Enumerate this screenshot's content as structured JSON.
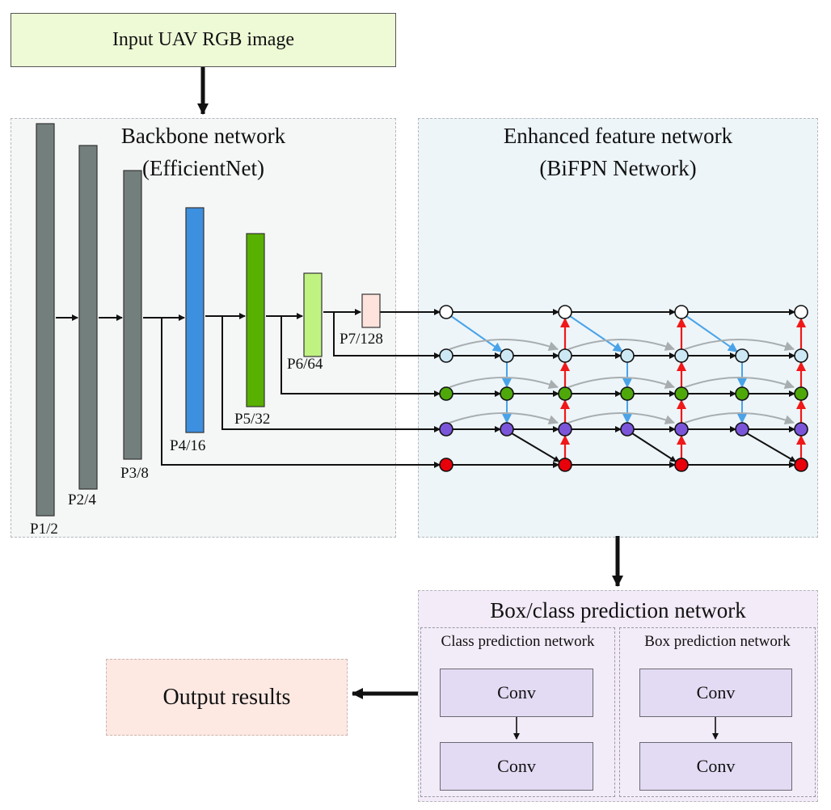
{
  "input": {
    "label": "Input UAV RGB image"
  },
  "backbone": {
    "title_line1": "Backbone network",
    "title_line2": "(EfficientNet)",
    "levels": [
      {
        "id": "P1",
        "label": "P1/2",
        "color": "#737f7d"
      },
      {
        "id": "P2",
        "label": "P2/4",
        "color": "#737f7d"
      },
      {
        "id": "P3",
        "label": "P3/8",
        "color": "#737f7d"
      },
      {
        "id": "P4",
        "label": "P4/16",
        "color": "#3d8fe0"
      },
      {
        "id": "P5",
        "label": "P5/32",
        "color": "#58b000"
      },
      {
        "id": "P6",
        "label": "P6/64",
        "color": "#c0f282"
      },
      {
        "id": "P7",
        "label": "P7/128",
        "color": "#fde3dc"
      }
    ]
  },
  "bifpn": {
    "title_line1": "Enhanced feature network",
    "title_line2": "(BiFPN Network)",
    "node_colors": [
      "#ffffff",
      "#cde8f5",
      "#4ea80a",
      "#7b55d9",
      "#e8000a"
    ],
    "edge_colors": {
      "forward": "#111111",
      "top_down": "#4aa3e8",
      "bottom_up": "#f01818",
      "skip": "#a8aeb0"
    }
  },
  "prediction": {
    "title": "Box/class prediction network",
    "class_net": {
      "title": "Class prediction network",
      "layers": [
        "Conv",
        "Conv"
      ]
    },
    "box_net": {
      "title": "Box prediction network",
      "layers": [
        "Conv",
        "Conv"
      ]
    }
  },
  "output": {
    "label": "Output results"
  }
}
